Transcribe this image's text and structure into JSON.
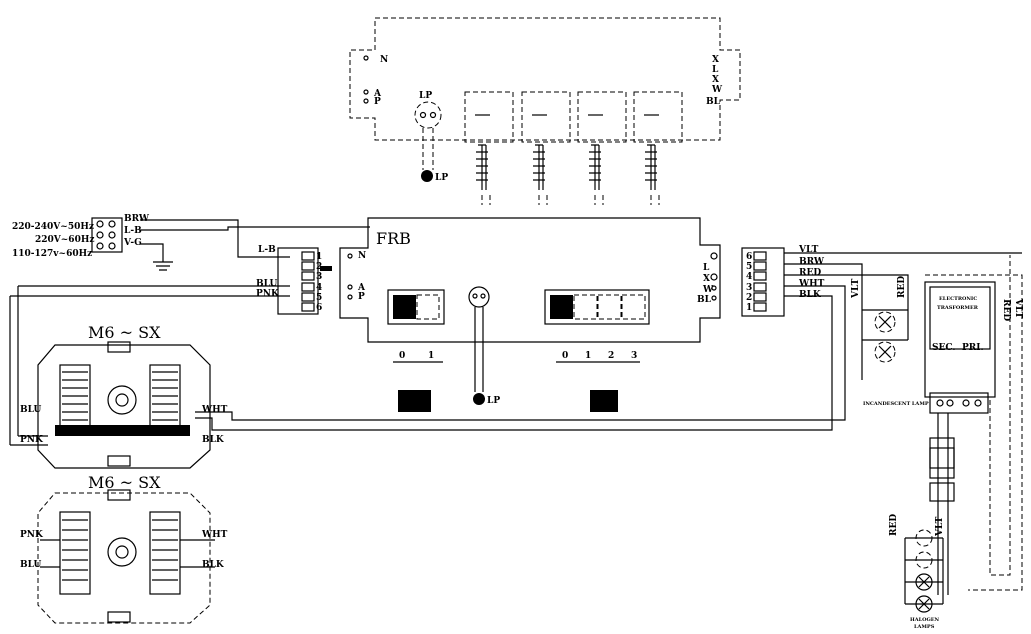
{
  "supply": {
    "lines": [
      "220-240V~50Hz",
      "220V~60Hz",
      "110-127v~60Hz"
    ],
    "wires": [
      "BRW",
      "L-B",
      "V-G"
    ]
  },
  "main_board": {
    "title": "FRB",
    "left_wire_labels": [
      "L-B",
      "BLU",
      "PNK"
    ],
    "left_terminal_numbers": [
      "1",
      "2",
      "3",
      "4",
      "5",
      "6"
    ],
    "left_pins": [
      "N",
      "A",
      "P"
    ],
    "right_pins": [
      "L",
      "X",
      "W",
      "BL"
    ],
    "right_terminal_numbers": [
      "6",
      "5",
      "4",
      "3",
      "2",
      "1"
    ],
    "right_wire_labels": [
      "VLT",
      "BRW",
      "RED",
      "WHT",
      "BLK"
    ],
    "switch_left_positions": [
      "0",
      "1"
    ],
    "switch_right_positions": [
      "0",
      "1",
      "2",
      "3"
    ],
    "lamp_label": "LP"
  },
  "top_board": {
    "left_pins": [
      "N",
      "A",
      "P"
    ],
    "right_pins": [
      "X",
      "L",
      "X",
      "W",
      "BL"
    ],
    "lamp_label": "LP"
  },
  "motor_top": {
    "title": "M6 ~ SX",
    "left_wires": [
      "BLU",
      "PNK"
    ],
    "right_wires": [
      "WHT",
      "BLK"
    ]
  },
  "motor_bottom": {
    "title": "M6 ~ SX",
    "left_wires": [
      "PNK",
      "BLU"
    ],
    "right_wires": [
      "WHT",
      "BLK"
    ]
  },
  "incandescent": {
    "wires": [
      "VLT",
      "RED"
    ],
    "label": "INCANDESCENT LAMP"
  },
  "transformer": {
    "title_line1": "ELECTRONIC",
    "title_line2": "TRASFORMER",
    "sec_label": "SEC.",
    "pri_label": "PRI.",
    "side_wires": [
      "RED",
      "VLT"
    ]
  },
  "halogen": {
    "wires": [
      "RED",
      "VLT"
    ],
    "label_line1": "HALOGEN",
    "label_line2": "LAMPS"
  }
}
